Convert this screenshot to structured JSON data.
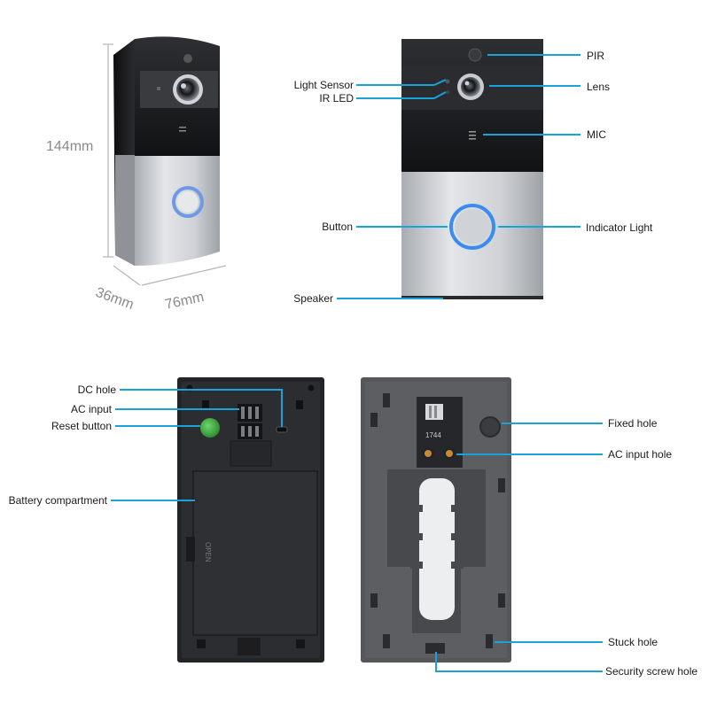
{
  "dimensions": {
    "height": "144mm",
    "depth": "36mm",
    "width": "76mm"
  },
  "front_labels": {
    "pir": "PIR",
    "light_sensor": "Light Sensor",
    "ir_led": "IR LED",
    "lens": "Lens",
    "mic": "MIC",
    "button": "Button",
    "indicator_light": "Indicator Light",
    "speaker": "Speaker"
  },
  "back_labels": {
    "dc_hole": "DC hole",
    "ac_input": "AC input",
    "reset_button": "Reset button",
    "battery_compartment": "Battery compartment",
    "battery_text": "OPEN"
  },
  "bracket_labels": {
    "fixed_hole": "Fixed hole",
    "ac_input_hole": "AC input hole",
    "stuck_hole": "Stuck hole",
    "security_screw_hole": "Security screw hole",
    "terminal_text": "1744"
  },
  "colors": {
    "callout_line": "#1aa3d9",
    "panel_black": "#1b1b1d",
    "panel_silver": "#c9ccd0",
    "ring_blue": "#3a8cf0",
    "reset_green": "#3aa83a"
  }
}
